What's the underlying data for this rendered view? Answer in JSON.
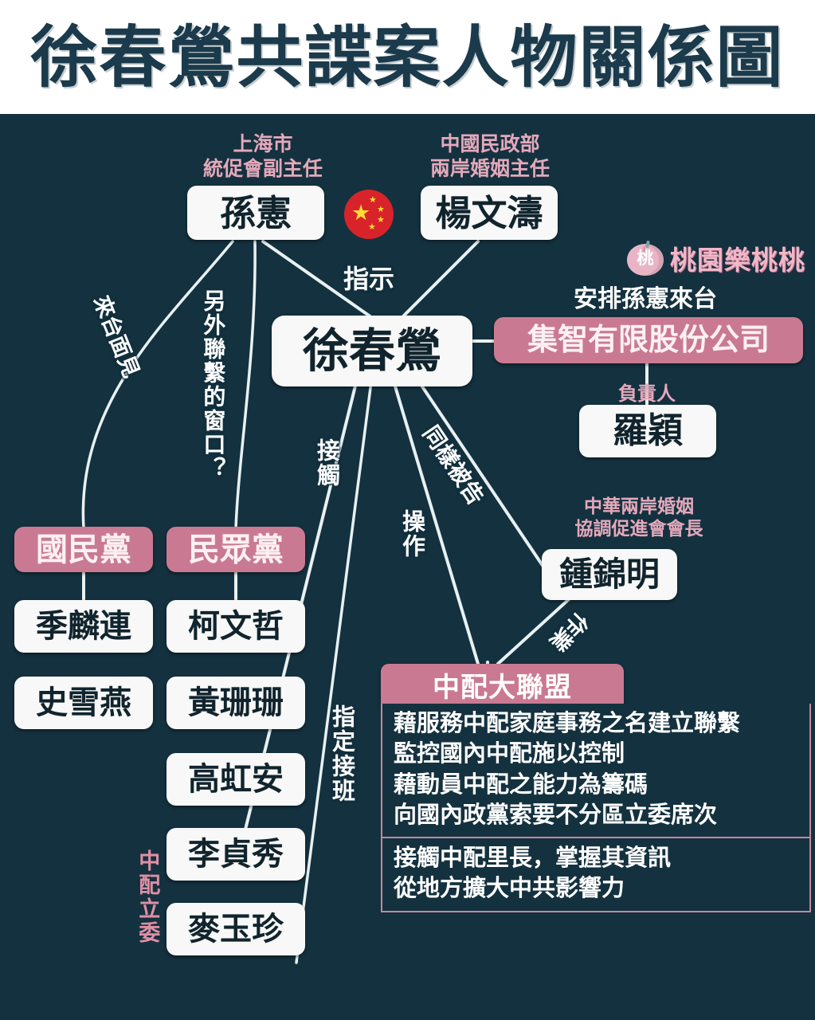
{
  "title": "徐春鶯共諜案人物關係圖",
  "brand": {
    "mark": "桃",
    "name": "桃園樂桃桃"
  },
  "icons": {
    "flag": "china-flag-icon",
    "peach": "peach-icon"
  },
  "colors": {
    "background": "#14313f",
    "title_text": "#1b3a4b",
    "node_white_bg": "#f7f8f7",
    "node_white_text": "#11242e",
    "node_pink_bg": "#c97a92",
    "caption_pink": "#e4a9bb",
    "edge_line": "#e8f1f2"
  },
  "nodes": {
    "sun_xian": {
      "label": "孫憲",
      "caption": "上海市\n統促會副主任"
    },
    "yang_wentao": {
      "label": "楊文濤",
      "caption": "中國民政部\n兩岸婚姻主任"
    },
    "xu_chunying": {
      "label": "徐春鶯"
    },
    "jizhi_company": {
      "label": "集智有限股份公司",
      "caption": "安排孫憲來台"
    },
    "luo_ying": {
      "label": "羅穎",
      "caption": "負責人"
    },
    "zhong_jinming": {
      "label": "鍾錦明",
      "caption": "中華兩岸婚姻\n協調促進會會長"
    },
    "kmt": {
      "label": "國民黨"
    },
    "tpp": {
      "label": "民眾黨"
    },
    "ji_linlian": {
      "label": "季麟連"
    },
    "shi_xueyan": {
      "label": "史雪燕"
    },
    "ko_wenje": {
      "label": "柯文哲"
    },
    "huang_shanshan": {
      "label": "黃珊珊"
    },
    "kao_hungan": {
      "label": "高虹安"
    },
    "li_zhenxiu": {
      "label": "李貞秀"
    },
    "mai_yuzhen": {
      "label": "麥玉珍"
    }
  },
  "edge_labels": {
    "zhishi": "指示",
    "lai_tai_mian_jian": "來台面見",
    "ling_wai_lianxi": "另外聯繫的窗口？",
    "jiechu": "接觸",
    "caozuo": "操作",
    "tongyang_beigao": "同樣被告",
    "zuoye": "作業",
    "zhiding_jieban": "指定接班",
    "zhongpei_liwei": "中配立委"
  },
  "alliance": {
    "title": "中配大聯盟",
    "sections": [
      {
        "lines": [
          "藉服務中配家庭事務之名建立聯繫",
          "監控國內中配施以控制",
          "藉動員中配之能力為籌碼",
          "向國內政黨索要不分區立委席次"
        ]
      },
      {
        "lines": [
          "接觸中配里長，掌握其資訊",
          "從地方擴大中共影響力"
        ]
      }
    ]
  }
}
